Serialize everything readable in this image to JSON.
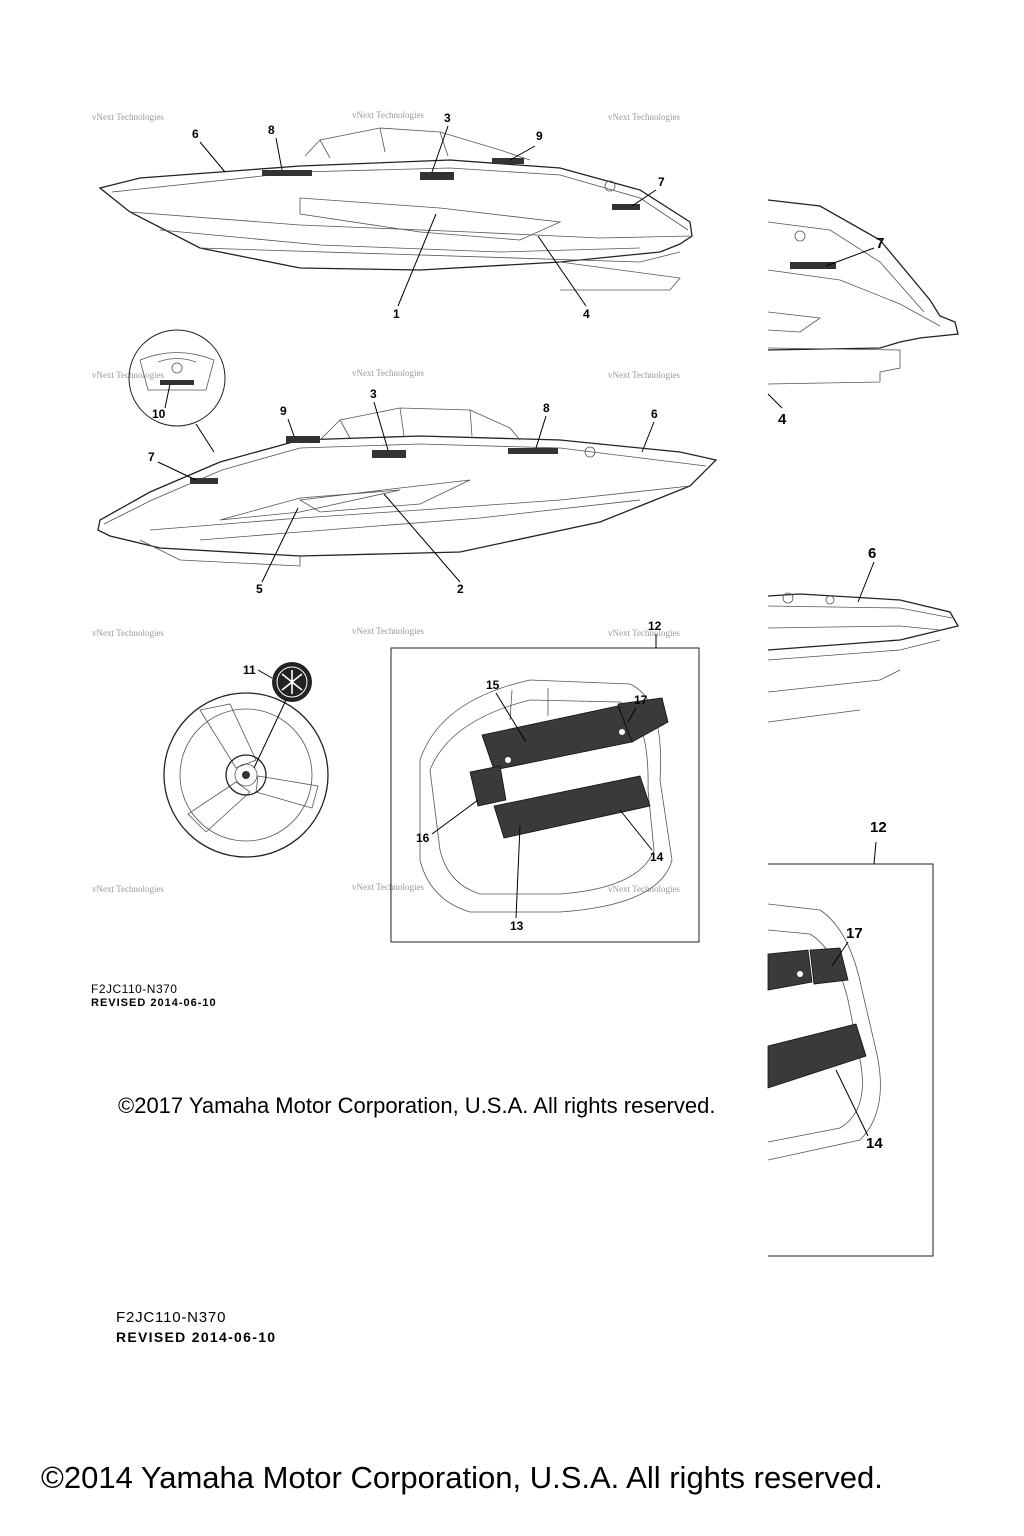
{
  "diagram": {
    "watermark": "vNext Technologies",
    "callouts": {
      "c1": "1",
      "c2": "2",
      "c3": "3",
      "c4": "4",
      "c5": "5",
      "c6": "6",
      "c7": "7",
      "c8": "8",
      "c9": "9",
      "c10": "10",
      "c11": "11",
      "c12": "12",
      "c13": "13",
      "c14": "14",
      "c15": "15",
      "c16": "16",
      "c17": "17"
    }
  },
  "footer": {
    "part_code": "F2JC110-N370",
    "revised": "REVISED 2014-06-10",
    "copyright_2017": "©2017 Yamaha Motor Corporation, U.S.A. All rights reserved.",
    "part_code_large": "F2JC110-N370",
    "revised_large": "REVISED 2014-06-10",
    "copyright_2014": "©2014 Yamaha Motor Corporation, U.S.A. All rights reserved."
  }
}
